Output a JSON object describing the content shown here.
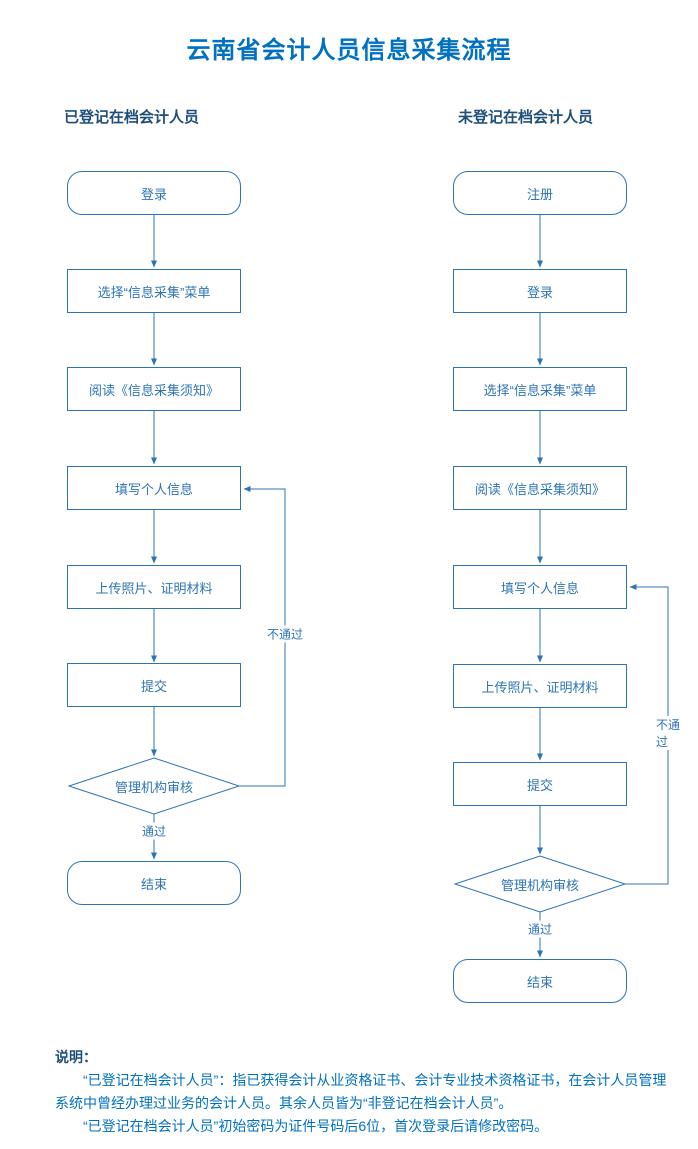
{
  "title": "云南省会计人员信息采集流程",
  "colors": {
    "accent": "#2e74b5",
    "title": "#0070c0",
    "header": "#1f4e79",
    "notes": "#0070c0"
  },
  "columns": {
    "left": {
      "header": "已登记在档会计人员",
      "nodes": [
        {
          "label": "登录",
          "type": "rounded"
        },
        {
          "label": "选择“信息采集”菜单",
          "type": "rect"
        },
        {
          "label": "阅读《信息采集须知》",
          "type": "rect"
        },
        {
          "label": "填写个人信息",
          "type": "rect"
        },
        {
          "label": "上传照片、证明材料",
          "type": "rect"
        },
        {
          "label": "提交",
          "type": "rect"
        },
        {
          "label": "管理机构审核",
          "type": "diamond"
        },
        {
          "label": "结束",
          "type": "rounded"
        }
      ],
      "pass_label": "通过",
      "fail_label": "不通过"
    },
    "right": {
      "header": "未登记在档会计人员",
      "nodes": [
        {
          "label": "注册",
          "type": "rounded"
        },
        {
          "label": "登录",
          "type": "rect"
        },
        {
          "label": "选择“信息采集”菜单",
          "type": "rect"
        },
        {
          "label": "阅读《信息采集须知》",
          "type": "rect"
        },
        {
          "label": "填写个人信息",
          "type": "rect"
        },
        {
          "label": "上传照片、证明材料",
          "type": "rect"
        },
        {
          "label": "提交",
          "type": "rect"
        },
        {
          "label": "管理机构审核",
          "type": "diamond"
        },
        {
          "label": "结束",
          "type": "rounded"
        }
      ],
      "pass_label": "通过",
      "fail_label": "不通过"
    }
  },
  "notes": {
    "heading": "说明：",
    "line1": "“已登记在档会计人员”：指已获得会计从业资格证书、会计专业技术资格证书，在会计人员管理系统中曾经办理过业务的会计人员。其余人员皆为“非登记在档会计人员”。",
    "line2": "“已登记在档会计人员”初始密码为证件号码后6位，首次登录后请修改密码。"
  }
}
